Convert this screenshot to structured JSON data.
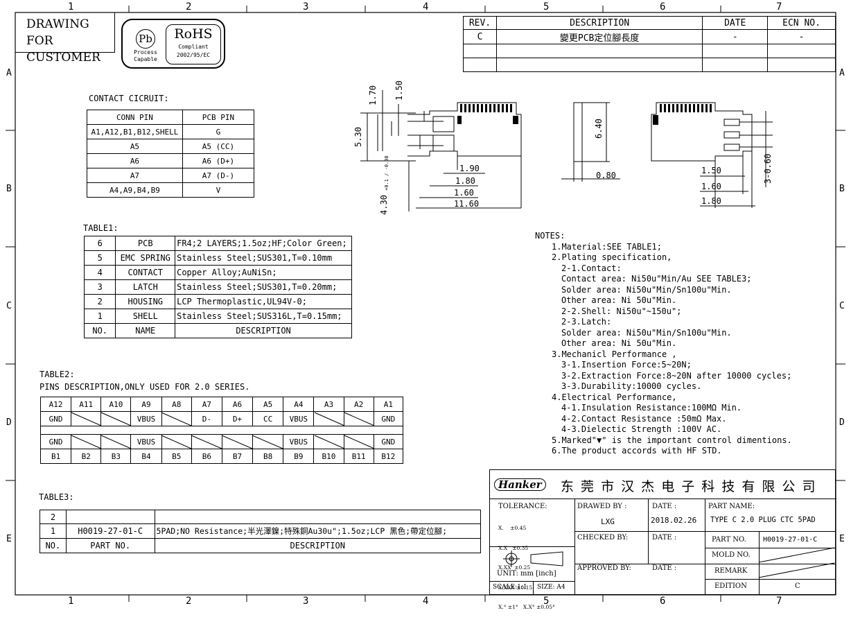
{
  "frame": {
    "columns": [
      "1",
      "2",
      "3",
      "4",
      "5",
      "6",
      "7"
    ],
    "rows": [
      "A",
      "B",
      "C",
      "D",
      "E"
    ]
  },
  "header": {
    "drawing_for": [
      "DRAWING FOR",
      "CUSTOMER"
    ],
    "rohs": {
      "pb": "Pb",
      "pb_sub": [
        "Process",
        "Capable"
      ],
      "title": "RoHS",
      "sub": [
        "Compliant",
        "2002/95/EC"
      ]
    }
  },
  "revision": {
    "headers": [
      "REV.",
      "DESCRIPTION",
      "DATE",
      "ECN NO."
    ],
    "rows": [
      {
        "rev": "C",
        "desc": "變更PCB定位腳長度",
        "date": "-",
        "ecn": "-"
      },
      {
        "rev": "",
        "desc": "",
        "date": "",
        "ecn": ""
      },
      {
        "rev": "",
        "desc": "",
        "date": "",
        "ecn": ""
      }
    ]
  },
  "contact_circuit": {
    "title": "CONTACT CICRUIT:",
    "headers": [
      "CONN PIN",
      "PCB PIN"
    ],
    "rows": [
      [
        "A1,A12,B1,B12,SHELL",
        "G"
      ],
      [
        "A5",
        "A5 (CC)"
      ],
      [
        "A6",
        "A6 (D+)"
      ],
      [
        "A7",
        "A7 (D-)"
      ],
      [
        "A4,A9,B4,B9",
        "V"
      ]
    ]
  },
  "table1": {
    "title": "TABLE1:",
    "rows": [
      [
        "6",
        "PCB",
        "FR4;2 LAYERS;1.5oz;HF;Color Green;"
      ],
      [
        "5",
        "EMC SPRING",
        "Stainless Steel;SUS301,T=0.10mm"
      ],
      [
        "4",
        "CONTACT",
        "Copper Alloy;AuNiSn;"
      ],
      [
        "3",
        "LATCH",
        "Stainless Steel;SUS301,T=0.20mm;"
      ],
      [
        "2",
        "HOUSING",
        "LCP Thermoplastic,UL94V-0;"
      ],
      [
        "1",
        "SHELL",
        "Stainless Steel;SUS316L,T=0.15mm;"
      ],
      [
        "NO.",
        "NAME",
        "DESCRIPTION"
      ]
    ]
  },
  "table2": {
    "title": "TABLE2:",
    "subtitle": "PINS DESCRIPTION,ONLY USED FOR 2.0 SERIES.",
    "top_pins": [
      "A12",
      "A11",
      "A10",
      "A9",
      "A8",
      "A7",
      "A6",
      "A5",
      "A4",
      "A3",
      "A2",
      "A1"
    ],
    "top_func": [
      "GND",
      "",
      "",
      "VBUS",
      "",
      "D-",
      "D+",
      "CC",
      "VBUS",
      "",
      "",
      "GND"
    ],
    "bot_func": [
      "GND",
      "",
      "",
      "VBUS",
      "",
      "",
      "",
      "",
      "VBUS",
      "",
      "",
      "GND"
    ],
    "bot_pins": [
      "B1",
      "B2",
      "B3",
      "B4",
      "B5",
      "B6",
      "B7",
      "B8",
      "B9",
      "B10",
      "B11",
      "B12"
    ]
  },
  "table3": {
    "title": "TABLE3:",
    "rows": [
      [
        "2",
        "",
        ""
      ],
      [
        "1",
        "H0019-27-01-C",
        "5PAD;NO Resistance;半光澤鎳;特殊銅Au30u\";1.5oz;LCP 黑色;帶定位腳;"
      ],
      [
        "NO.",
        "PART NO.",
        "DESCRIPTION"
      ]
    ]
  },
  "dimensions": {
    "d170": "1.70",
    "d150": "1.50",
    "d530": "5.30",
    "d430": "4.30",
    "d430_tol": "+0.1 / -0.08",
    "d190": "1.90",
    "d180": "1.80",
    "d160": "1.60",
    "d1160": "11.60",
    "d640": "6.40",
    "d080": "0.80",
    "r150": "1.50",
    "r160": "1.60",
    "r180": "1.80",
    "r060": "3-0.60"
  },
  "notes": {
    "title": "NOTES:",
    "lines": [
      {
        "t": "1.Material:SEE TABLE1;",
        "i": 1
      },
      {
        "t": "2.Plating specification,",
        "i": 1
      },
      {
        "t": "2-1.Contact:",
        "i": 2
      },
      {
        "t": "Contact area: Ni50u\"Min/Au SEE TABLE3;",
        "i": 2
      },
      {
        "t": "Solder area: Ni50u\"Min/Sn100u\"Min.",
        "i": 2
      },
      {
        "t": "Other area: Ni 50u\"Min.",
        "i": 2
      },
      {
        "t": "2-2.Shell: Ni50u\"~150u\";",
        "i": 2
      },
      {
        "t": "2-3.Latch:",
        "i": 2
      },
      {
        "t": "Solder area: Ni50u\"Min/Sn100u\"Min.",
        "i": 2
      },
      {
        "t": "Other area: Ni 50u\"Min.",
        "i": 2
      },
      {
        "t": "3.Mechanicl Performance ,",
        "i": 1
      },
      {
        "t": "3-1.Insertion Force:5~20N;",
        "i": 2
      },
      {
        "t": "3-2.Extraction Force:8~20N after 10000 cycles;",
        "i": 2
      },
      {
        "t": "3-3.Durability:10000 cycles.",
        "i": 2
      },
      {
        "t": "4.Electrical Performance,",
        "i": 1
      },
      {
        "t": "4-1.Insulation Resistance:100MΩ Min.",
        "i": 2
      },
      {
        "t": "4-2.Contact Resistance :50mΩ Max.",
        "i": 2
      },
      {
        "t": "4-3.Dielectic Strength :100V AC.",
        "i": 2
      },
      {
        "t": "5.Marked\"▼\" is the important control dimentions.",
        "i": 1
      },
      {
        "t": "6.The product accords with HF STD.",
        "i": 1
      }
    ]
  },
  "title_block": {
    "logo": "Hanker",
    "company": "东 莞 市 汉 杰 电 子 科 技 有 限 公 司",
    "tolerance_label": "TOLERANCE:",
    "tolerances": [
      "X.    ±0.45",
      "X.X   ±0.35",
      "X.XX  ±0.25",
      "X.XXX ±0.15",
      "X.° ±1°   X.X° ±0.05°"
    ],
    "unit": "UNIT: mm [inch]",
    "scale": "SCALE:1:1",
    "size": "SIZE: A4",
    "drawn_by_label": "DRAWED BY :",
    "drawn_by": "LXG",
    "date_label": "DATE :",
    "date": "2018.02.26",
    "checked_label": "CHECKED BY:",
    "approved_label": "APPROVED BY:",
    "part_name_label": "PART NAME:",
    "part_name": "TYPE C 2.0 PLUG CTC 5PAD",
    "part_no_label": "PART NO.",
    "part_no": "H0019-27-01-C",
    "mold_no_label": "MOLD NO.",
    "remark_label": "REMARK",
    "edition_label": "EDITION",
    "edition": "C"
  }
}
